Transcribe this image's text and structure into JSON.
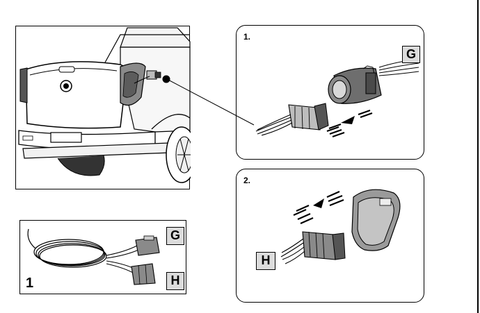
{
  "steps": {
    "connect": "1.",
    "stow": "2."
  },
  "labels": {
    "connector_g": "G",
    "connector_h": "H"
  },
  "parts": {
    "harness_number": "1"
  },
  "colors": {
    "tag_fill": "#dcdcdc",
    "stroke": "#000000",
    "fill_light": "#ececec",
    "fill_mid": "#bdbdbd",
    "fill_dark": "#6e6e6e"
  }
}
